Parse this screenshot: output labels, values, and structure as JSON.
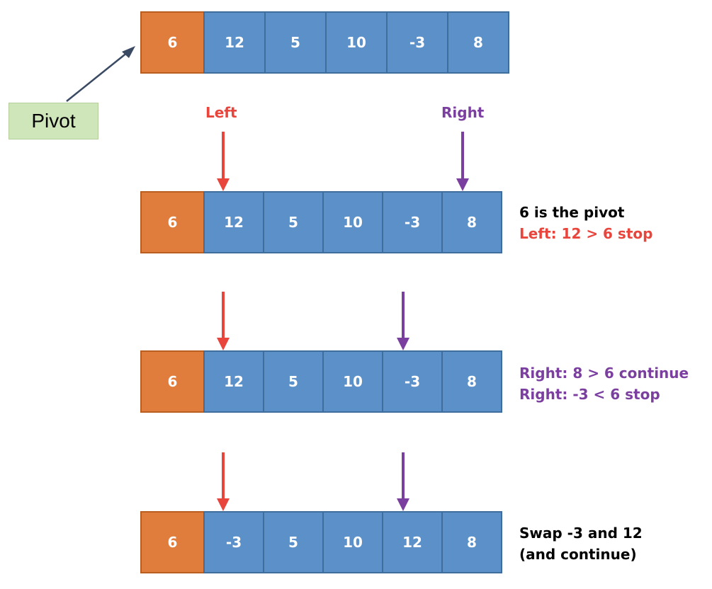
{
  "pivot_label": "Pivot",
  "colors": {
    "pivot_cell": "#e07d3c",
    "cell": "#5b90c9",
    "left_pointer": "#e8453c",
    "right_pointer": "#7b3fa0",
    "note_black": "#000000"
  },
  "rows": [
    {
      "cells": [
        "6",
        "12",
        "5",
        "10",
        "-3",
        "8"
      ]
    },
    {
      "cells": [
        "6",
        "12",
        "5",
        "10",
        "-3",
        "8"
      ]
    },
    {
      "cells": [
        "6",
        "12",
        "5",
        "10",
        "-3",
        "8"
      ]
    },
    {
      "cells": [
        "6",
        "-3",
        "5",
        "10",
        "12",
        "8"
      ]
    }
  ],
  "pointer_labels": {
    "left": "Left",
    "right": "Right"
  },
  "notes": [
    {
      "line1": "6 is the pivot",
      "line2": "Left: 12 > 6 stop"
    },
    {
      "line1": "Right: 8 > 6 continue",
      "line2": "Right: -3 < 6 stop"
    },
    {
      "line1": "Swap -3 and 12",
      "line2": "(and continue)"
    }
  ]
}
